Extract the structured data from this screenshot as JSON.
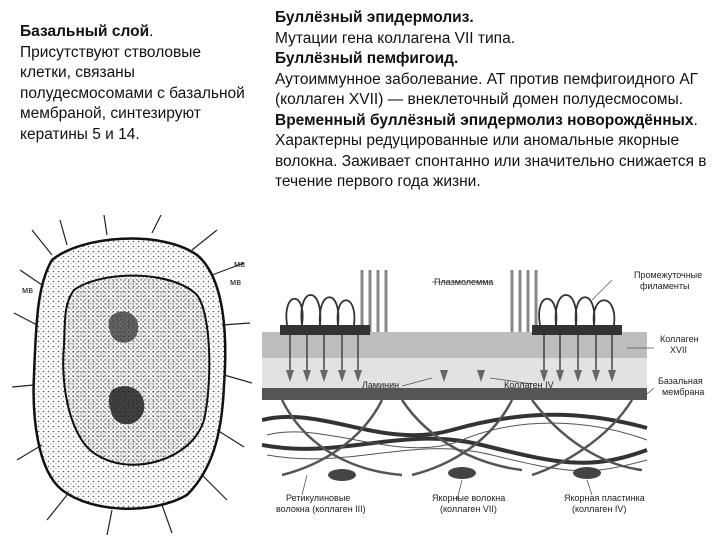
{
  "left": {
    "heading": "Базальный слой",
    "heading_tail": ".",
    "body": "Присутствуют стволовые клетки, связаны полудесмосомами с базальной мембраной, синтезируют кератины 5 и 14."
  },
  "right": {
    "p1_title": "Буллёзный эпидермолиз.",
    "p1_text": "Мутации гена коллагена VII типа.",
    "p2_title": "Буллёзный пемфигоид.",
    "p2_text": "Аутоиммунное заболевание. АТ против пемфигоидного АГ (коллаген XVII) — внеклеточный домен полудесмосомы.",
    "p3_title": "Временный буллёзный эпидермолиз новорождённых",
    "p3_text": ". Характерны редуцированные или аномальные якорные волокна. Заживает спонтанно или значительно снижается в течение первого года жизни."
  },
  "cell_figure": {
    "labels": [
      "мв",
      "мв",
      "мв"
    ]
  },
  "diagram": {
    "labels": {
      "plasmalemma": "Плазмолемма",
      "intermediate_filaments_1": "Промежуточные",
      "intermediate_filaments_2": "филаменты",
      "collagen17_1": "Коллаген",
      "collagen17_2": "XVII",
      "laminin": "Ламинин",
      "collagen4": "Коллаген IV",
      "basal_membrane_1": "Базальная",
      "basal_membrane_2": "мембрана",
      "reticular_1": "Ретикулиновые",
      "reticular_2": "волокна (коллаген III)",
      "anchoring_fibers_1": "Якорные волокна",
      "anchoring_fibers_2": "(коллаген VII)",
      "anchoring_plaque_1": "Якорная пластинка",
      "anchoring_plaque_2": "(коллаген IV)"
    }
  }
}
